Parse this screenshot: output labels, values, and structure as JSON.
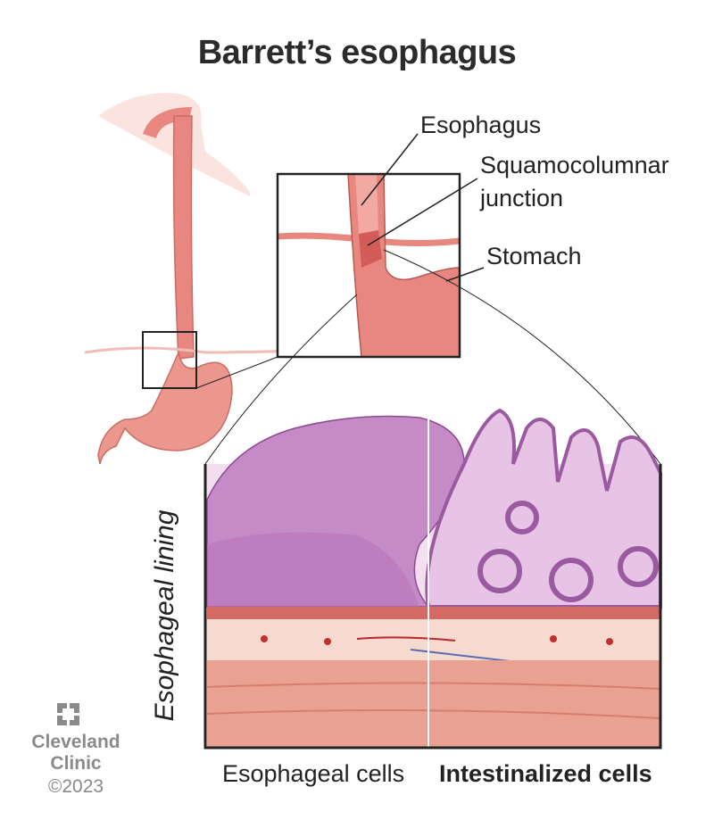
{
  "title": "Barrett’s esophagus",
  "labels": {
    "esophagus": "Esophagus",
    "junction_line1": "Squamocolumnar",
    "junction_line2": "junction",
    "stomach": "Stomach",
    "lining": "Esophageal lining",
    "esophageal_cells": "Esophageal cells",
    "intestinalized_cells": "Intestinalized cells"
  },
  "logo": {
    "name_line1": "Cleveland",
    "name_line2": "Clinic",
    "copyright": "©2023"
  },
  "colors": {
    "tissue": "#e8877f",
    "purple": "#b166b2",
    "light_purple": "#e6c3e4",
    "muscle": "#e9a191",
    "frame": "#222222"
  }
}
